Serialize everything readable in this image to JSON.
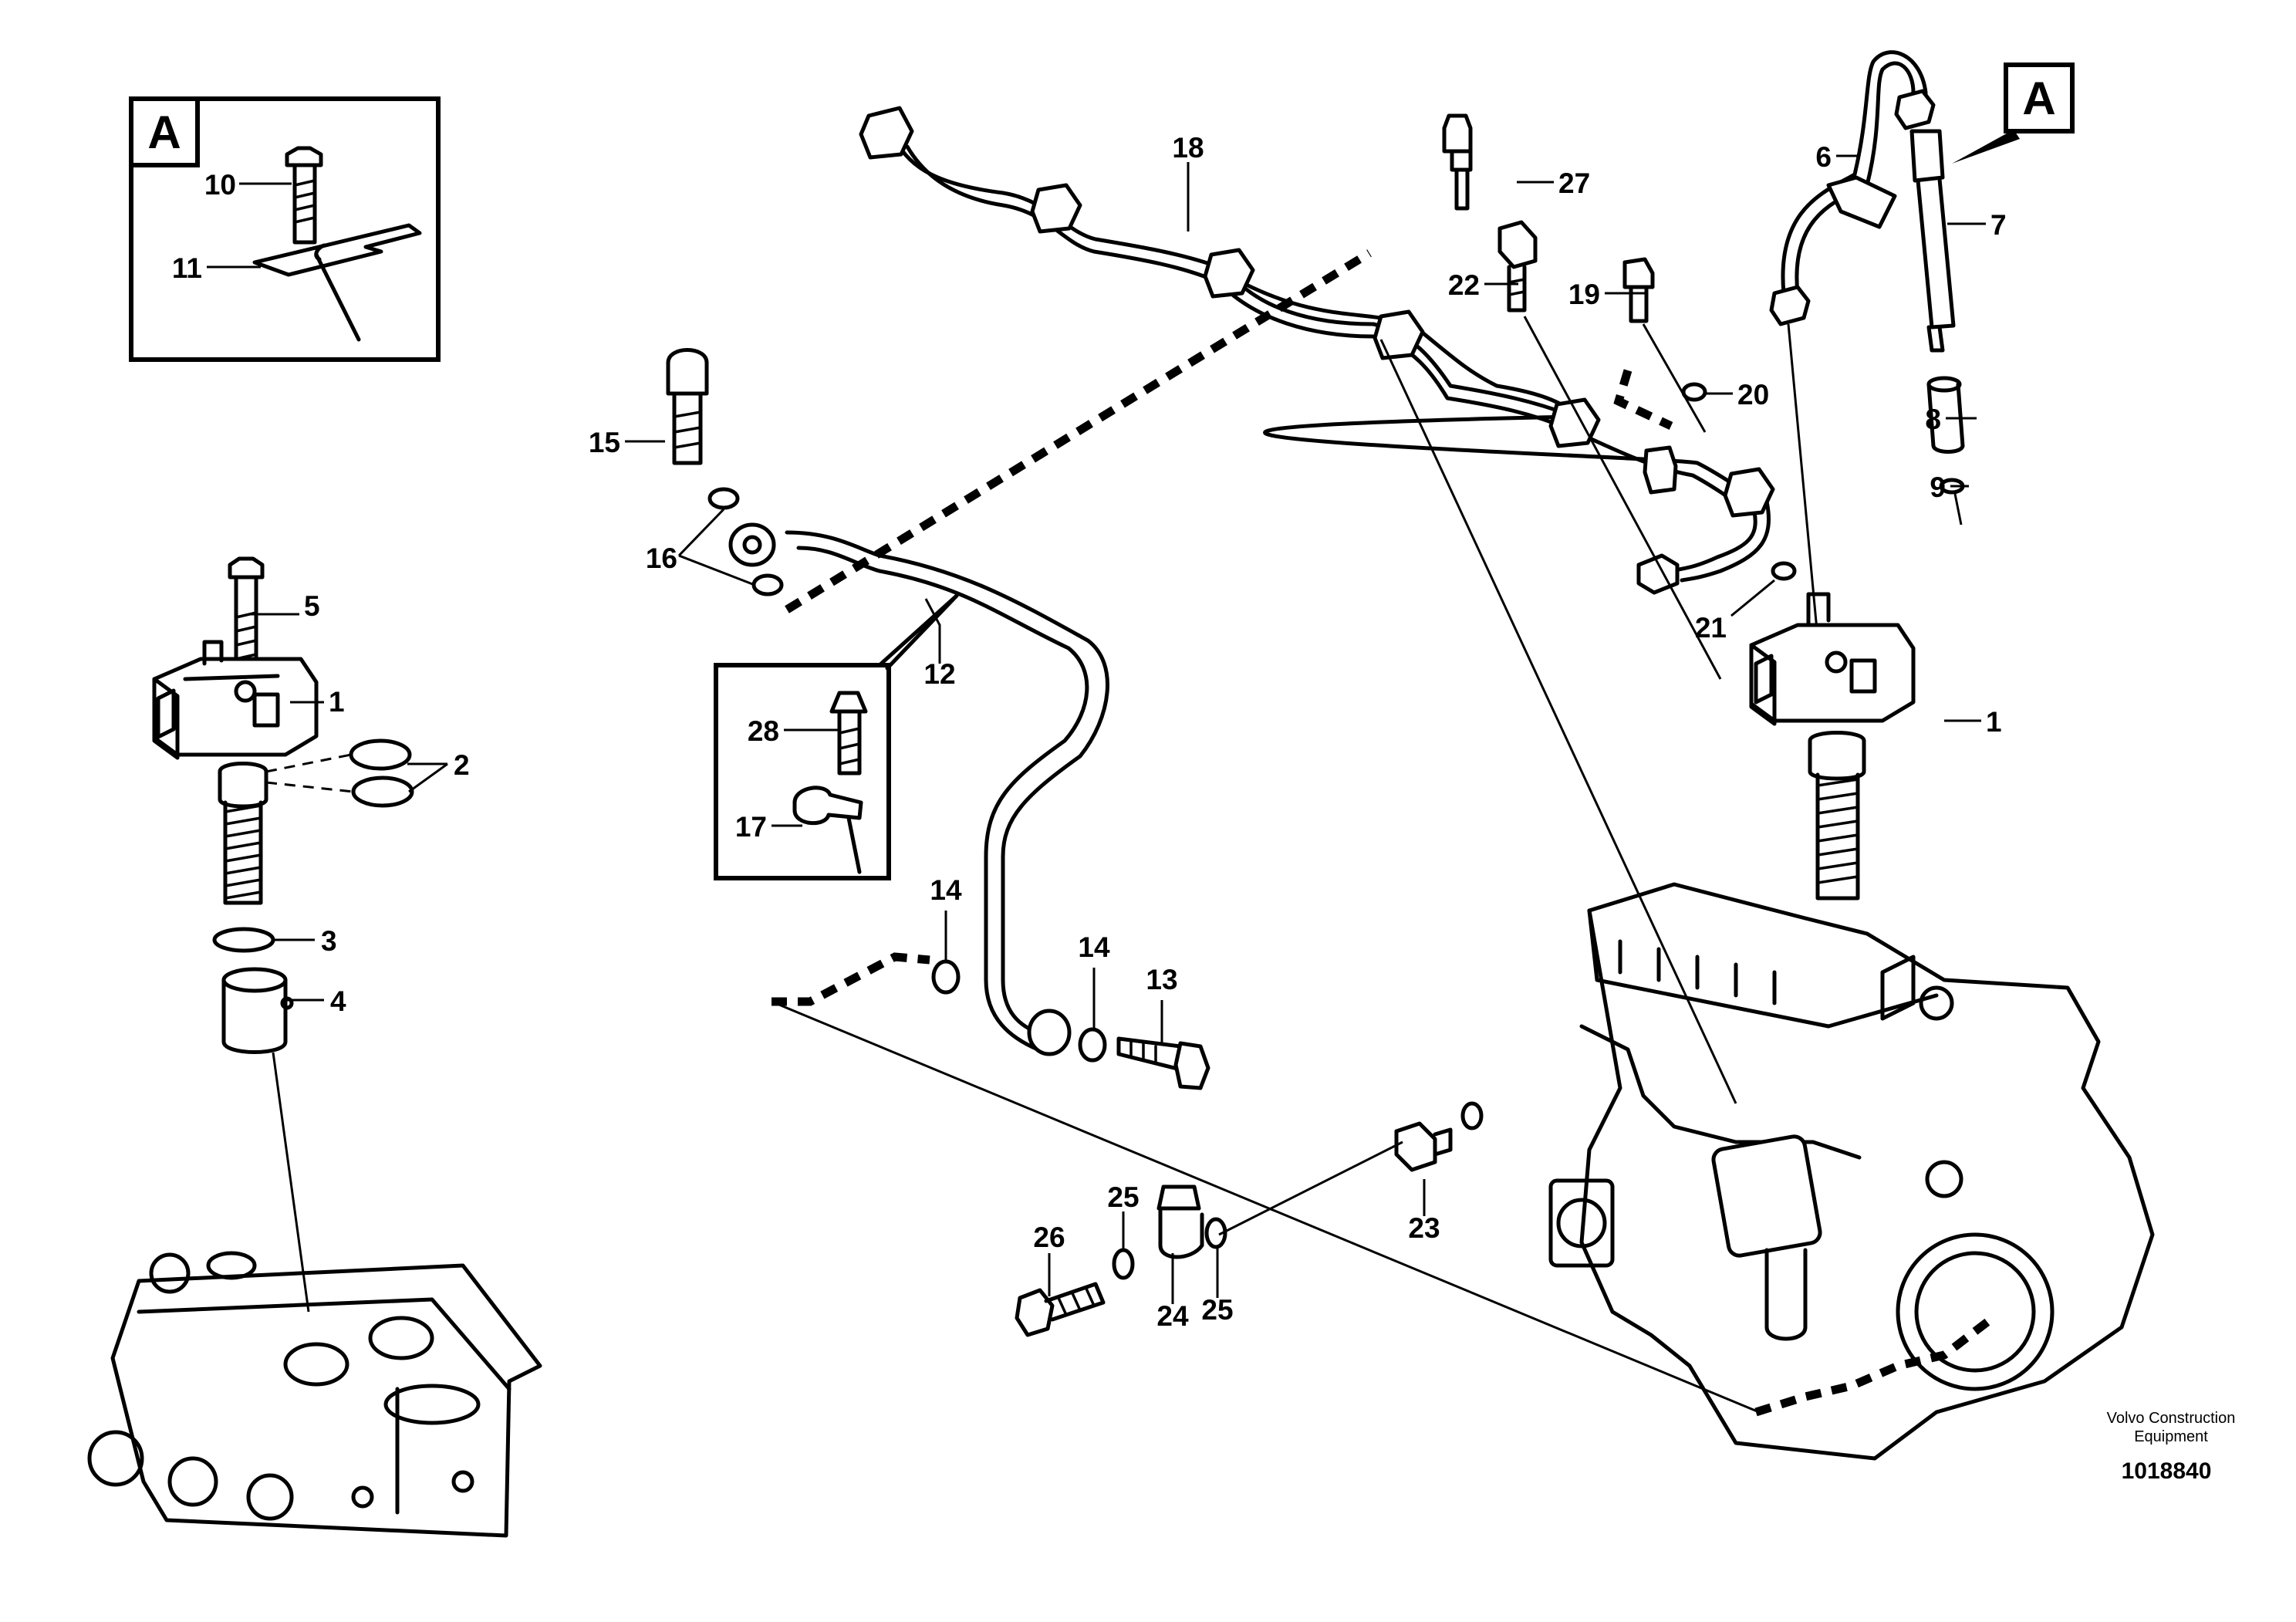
{
  "view_marker": {
    "letter": "A"
  },
  "detail_view": {
    "letter": "A"
  },
  "callouts": {
    "n1a": "1",
    "n1b": "1",
    "n2": "2",
    "n3": "3",
    "n4": "4",
    "n5": "5",
    "n6": "6",
    "n7": "7",
    "n8": "8",
    "n9": "9",
    "n10": "10",
    "n11": "11",
    "n12": "12",
    "n13": "13",
    "n14a": "14",
    "n14b": "14",
    "n15": "15",
    "n16": "16",
    "n17": "17",
    "n18": "18",
    "n19": "19",
    "n20": "20",
    "n21": "21",
    "n22": "22",
    "n23": "23",
    "n24": "24",
    "n25a": "25",
    "n25b": "25",
    "n26": "26",
    "n27": "27",
    "n28": "28"
  },
  "footer": {
    "company_line1": "Volvo Construction",
    "company_line2": "Equipment",
    "document_number": "1018840"
  }
}
